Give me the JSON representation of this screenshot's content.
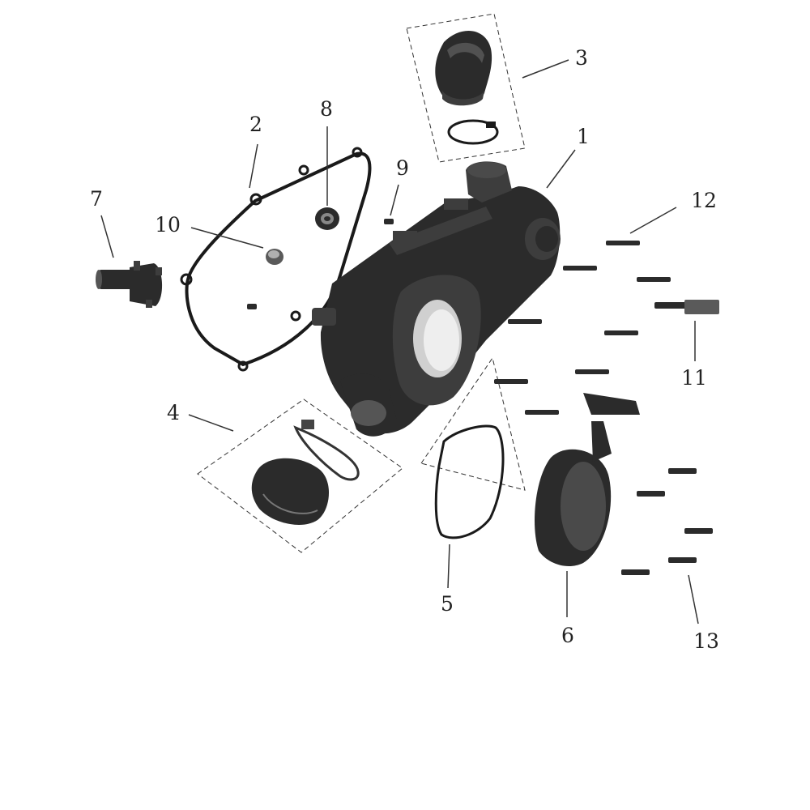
{
  "callouts": [
    {
      "id": "1",
      "label": "1"
    },
    {
      "id": "2",
      "label": "2"
    },
    {
      "id": "3",
      "label": "3"
    },
    {
      "id": "4",
      "label": "4"
    },
    {
      "id": "5",
      "label": "5"
    },
    {
      "id": "6",
      "label": "6"
    },
    {
      "id": "7",
      "label": "7"
    },
    {
      "id": "8",
      "label": "8"
    },
    {
      "id": "9",
      "label": "9"
    },
    {
      "id": "10",
      "label": "10"
    },
    {
      "id": "11",
      "label": "11"
    },
    {
      "id": "12",
      "label": "12"
    },
    {
      "id": "13",
      "label": "13"
    }
  ],
  "colors": {
    "background": "#ffffff",
    "part": "#2b2b2b",
    "text": "#222222"
  }
}
